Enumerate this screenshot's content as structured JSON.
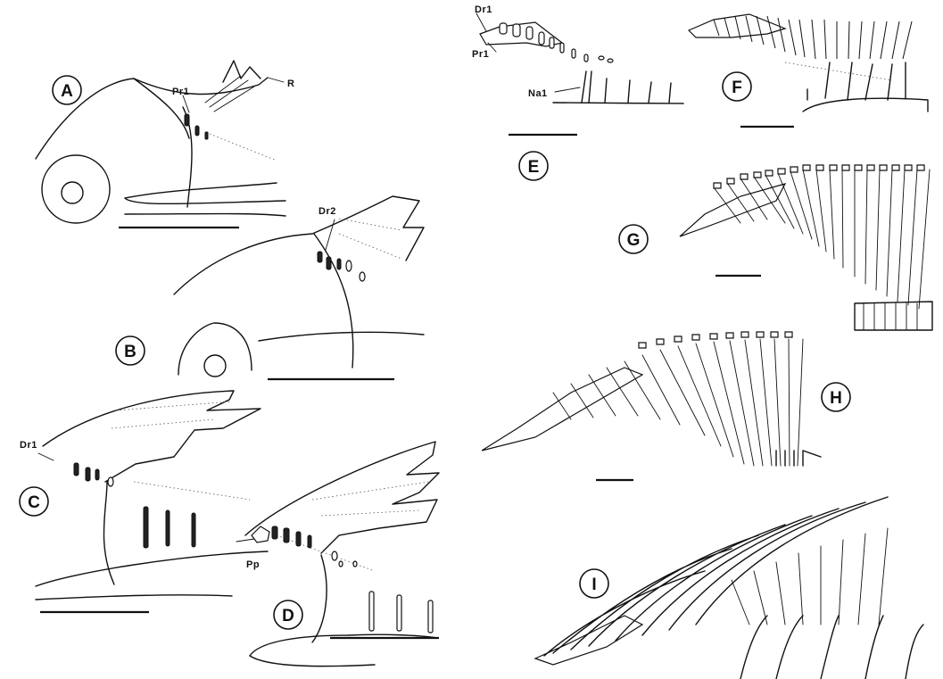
{
  "panels": [
    {
      "id": "A",
      "letter": "A",
      "labels": [
        "Pr1",
        "R"
      ]
    },
    {
      "id": "B",
      "letter": "B",
      "labels": [
        "Dr2"
      ]
    },
    {
      "id": "C",
      "letter": "C",
      "labels": [
        "Dr1"
      ]
    },
    {
      "id": "D",
      "letter": "D",
      "labels": [
        "Pp"
      ]
    },
    {
      "id": "E",
      "letter": "E",
      "labels": [
        "Dr1",
        "Pr1",
        "Na1"
      ]
    },
    {
      "id": "F",
      "letter": "F",
      "labels": []
    },
    {
      "id": "G",
      "letter": "G",
      "labels": []
    },
    {
      "id": "H",
      "letter": "H",
      "labels": []
    },
    {
      "id": "I",
      "letter": "I",
      "labels": []
    }
  ]
}
